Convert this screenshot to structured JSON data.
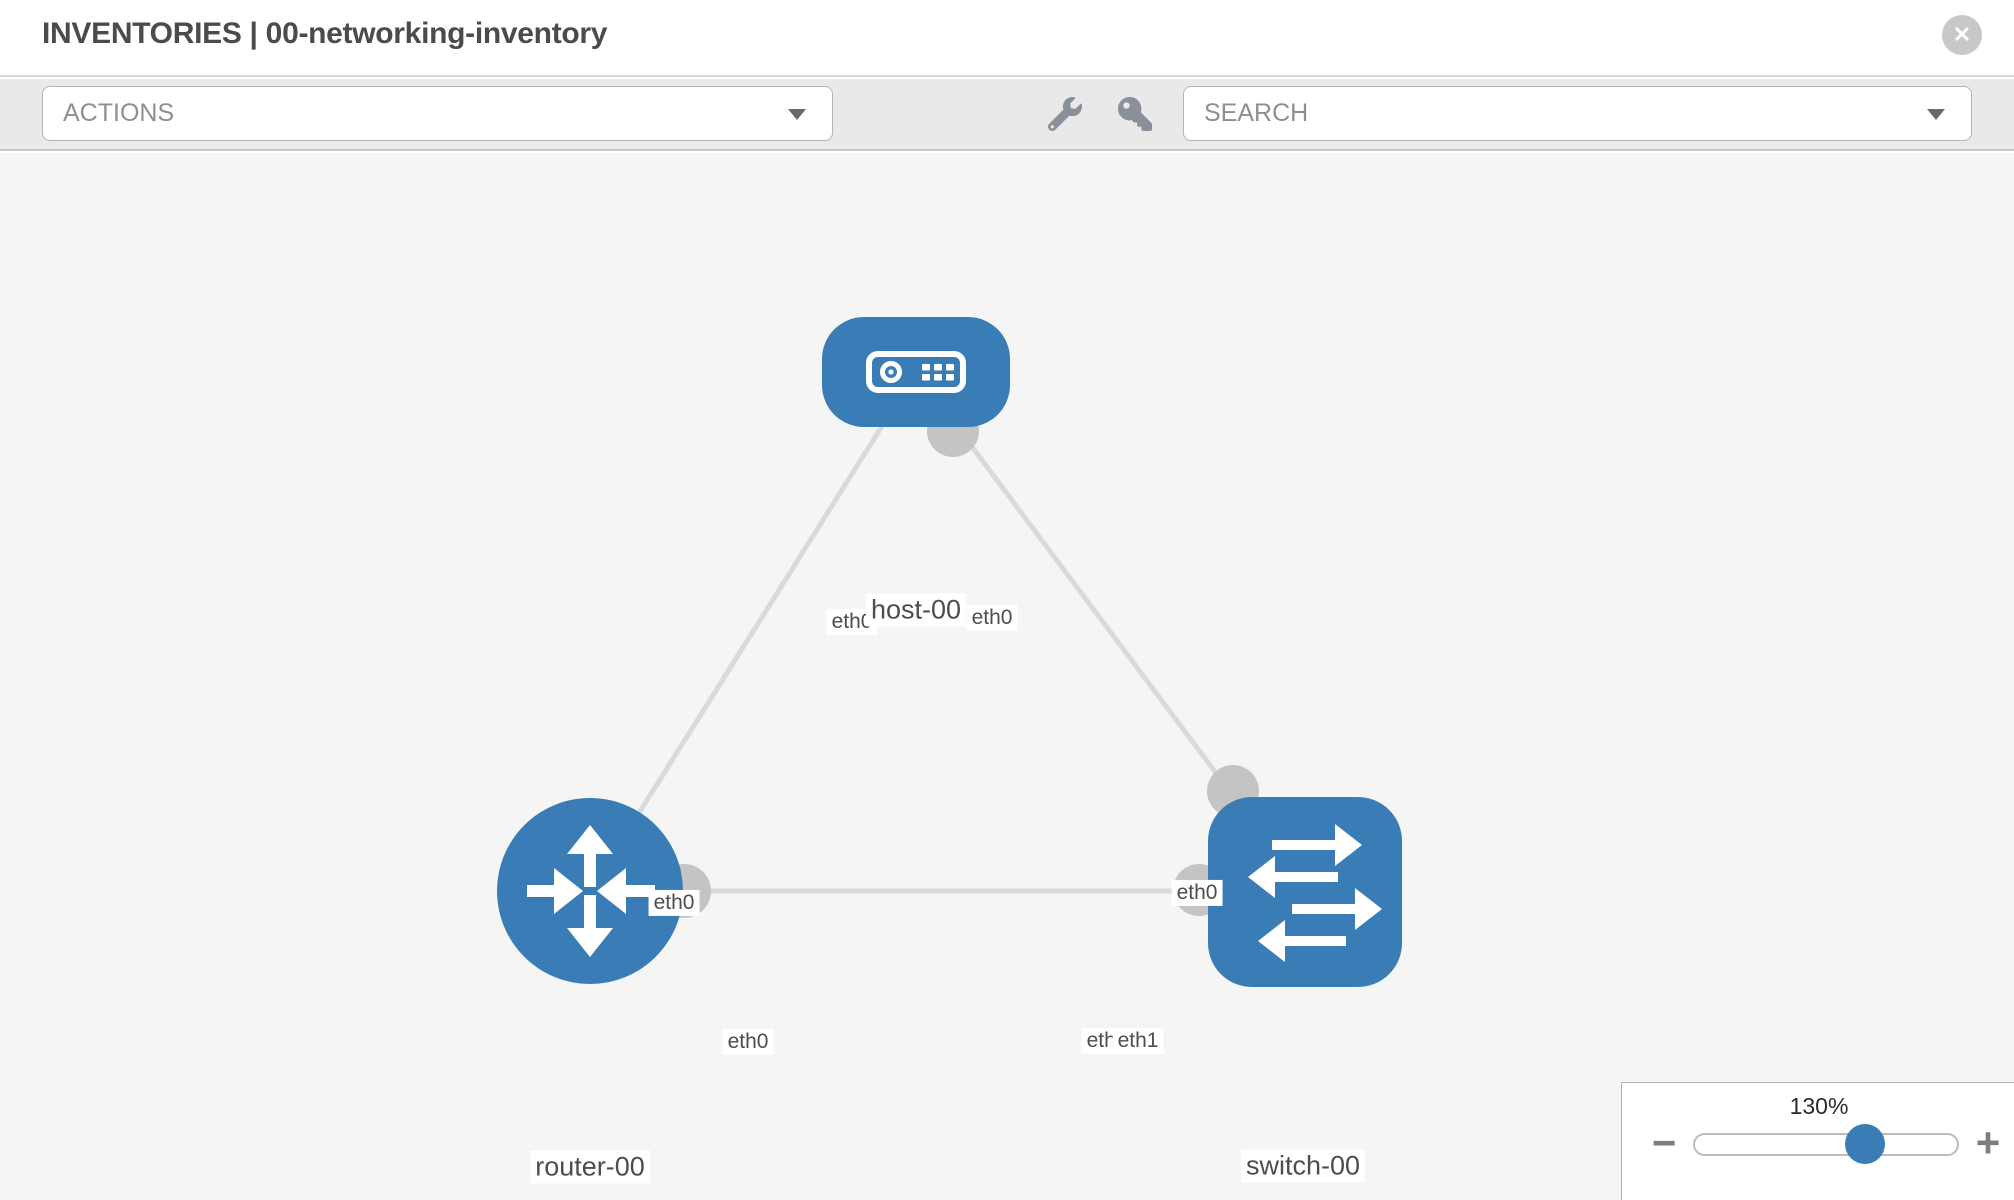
{
  "window": {
    "title": "INVENTORIES | 00-networking-inventory"
  },
  "toolbar": {
    "actions_label": "ACTIONS",
    "search_label": "SEARCH",
    "icons": [
      "wrench-icon",
      "key-icon"
    ]
  },
  "topology": {
    "nodes": [
      {
        "id": "host-00",
        "label": "host-00",
        "type": "host"
      },
      {
        "id": "router-00",
        "label": "router-00",
        "type": "router"
      },
      {
        "id": "switch-00",
        "label": "switch-00",
        "type": "switch"
      }
    ],
    "links": [
      {
        "source": "host-00",
        "target": "router-00",
        "source_iface": "eth0",
        "target_iface": "eth0"
      },
      {
        "source": "host-00",
        "target": "switch-00",
        "source_iface": "eth0",
        "target_iface": "eth0"
      },
      {
        "source": "router-00",
        "target": "switch-00",
        "source_iface": "eth0",
        "target_iface": "eth1"
      }
    ],
    "overlapped_iface_label": "eth0",
    "colors": {
      "node_blue": "#3a7cb5",
      "link_gray": "#dadada",
      "port_gray": "#c4c4c4"
    }
  },
  "zoom_control": {
    "level": "130%",
    "minus_label": "−",
    "plus_label": "+"
  },
  "header_icons": {
    "close": "circle-x-icon"
  }
}
